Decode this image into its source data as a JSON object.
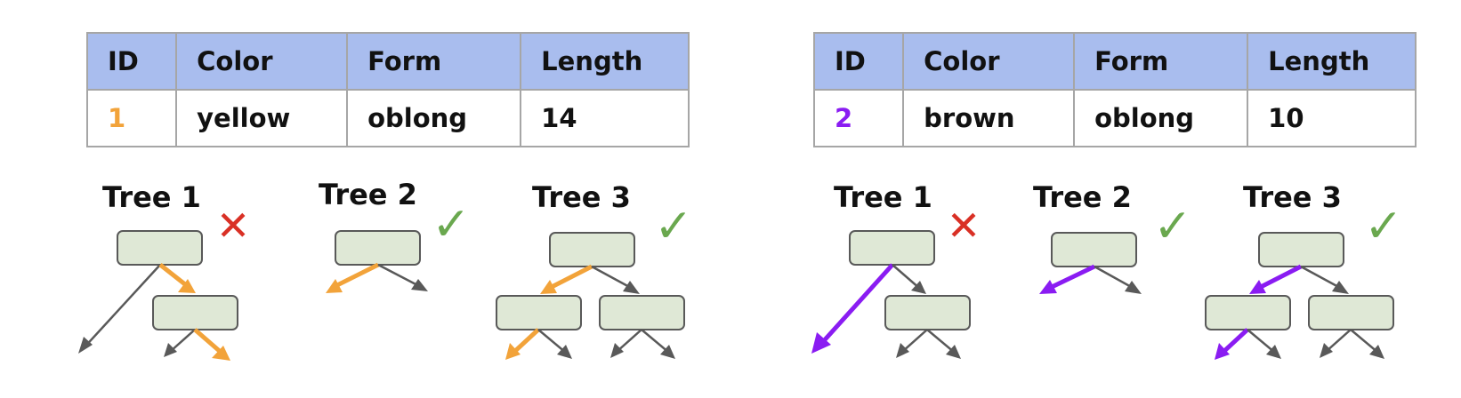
{
  "tables": [
    {
      "headers": [
        "ID",
        "Color",
        "Form",
        "Length"
      ],
      "row": {
        "id": "1",
        "color": "yellow",
        "form": "oblong",
        "length": "14"
      },
      "id_color": "#f2a33a"
    },
    {
      "headers": [
        "ID",
        "Color",
        "Form",
        "Length"
      ],
      "row": {
        "id": "2",
        "color": "brown",
        "form": "oblong",
        "length": "10"
      },
      "id_color": "#8a1cf2"
    }
  ],
  "groups": [
    {
      "path_color": "#f2a33a",
      "trees": [
        {
          "title": "Tree 1",
          "verdict": "✕",
          "verdict_type": "wrong"
        },
        {
          "title": "Tree 2",
          "verdict": "✓",
          "verdict_type": "correct"
        },
        {
          "title": "Tree 3",
          "verdict": "✓",
          "verdict_type": "correct"
        }
      ]
    },
    {
      "path_color": "#8a1cf2",
      "trees": [
        {
          "title": "Tree 1",
          "verdict": "✕",
          "verdict_type": "wrong"
        },
        {
          "title": "Tree 2",
          "verdict": "✓",
          "verdict_type": "correct"
        },
        {
          "title": "Tree 3",
          "verdict": "✓",
          "verdict_type": "correct"
        }
      ]
    }
  ],
  "colors": {
    "node_fill": "#dfe8d6",
    "node_stroke": "#595959",
    "edge_gray": "#595959",
    "wrong": "#d93025",
    "correct": "#6aa84f",
    "header_bg": "#a9bdee"
  }
}
